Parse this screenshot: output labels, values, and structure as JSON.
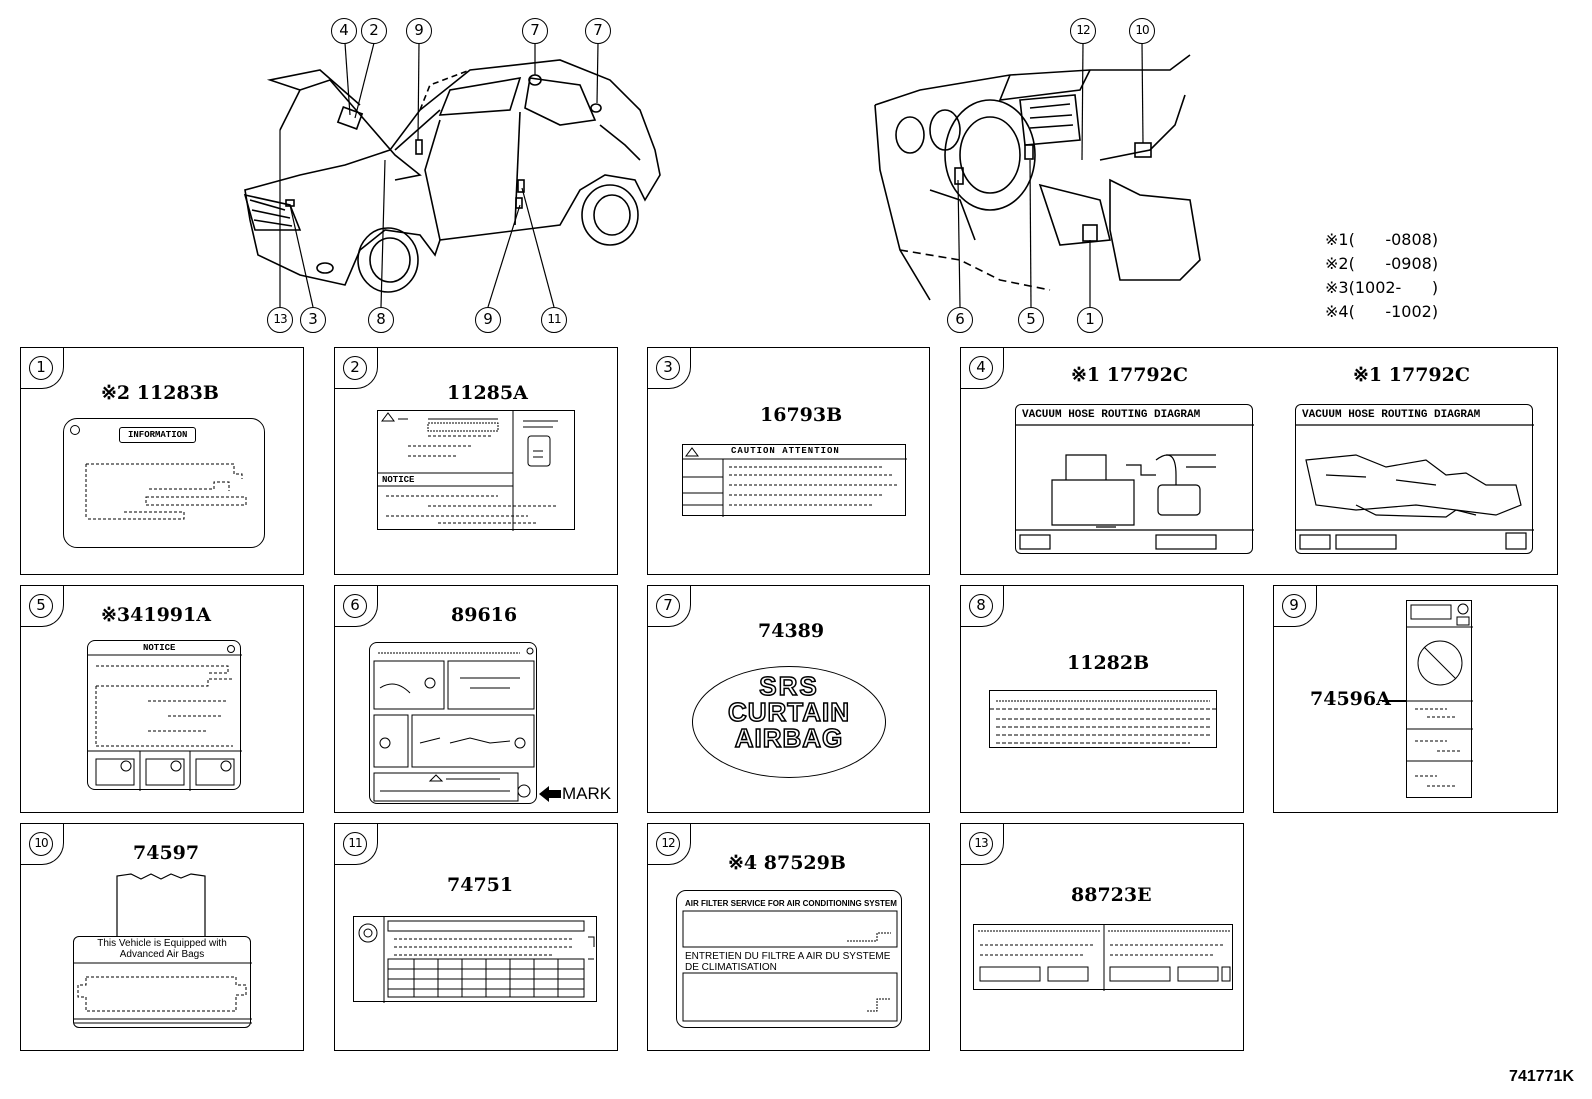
{
  "diagram_id": "741771K",
  "legend": [
    {
      "mark": "※1",
      "range": "(      -0808)"
    },
    {
      "mark": "※2",
      "range": "(      -0908)"
    },
    {
      "mark": "※3",
      "range": "(1002-      )"
    },
    {
      "mark": "※4",
      "range": "(      -1002)"
    }
  ],
  "exterior_callouts": [
    "4",
    "2",
    "9",
    "7",
    "7",
    "13",
    "3",
    "8",
    "9",
    "11"
  ],
  "interior_callouts": [
    "12",
    "10",
    "6",
    "5",
    "1"
  ],
  "panels": [
    {
      "num": "1",
      "part": "※2 11283B",
      "label_title": "INFORMATION"
    },
    {
      "num": "2",
      "part": "11285A",
      "label_title": "NOTICE"
    },
    {
      "num": "3",
      "part": "16793B",
      "label_title": "CAUTION    ATTENTION"
    },
    {
      "num": "4",
      "part_a": "※1 17792C",
      "part_b": "※1 17792C",
      "label_title": "VACUUM HOSE ROUTING DIAGRAM"
    },
    {
      "num": "5",
      "part": "※341991A",
      "label_title": "NOTICE"
    },
    {
      "num": "6",
      "part": "89616",
      "mark_text": "MARK"
    },
    {
      "num": "7",
      "part": "74389",
      "badge_lines": [
        "SRS",
        "CURTAIN",
        "AIRBAG"
      ]
    },
    {
      "num": "8",
      "part": "11282B"
    },
    {
      "num": "9",
      "part": "74596A"
    },
    {
      "num": "10",
      "part": "74597",
      "label_lines": [
        "This Vehicle is Equipped with",
        "Advanced Air Bags"
      ]
    },
    {
      "num": "11",
      "part": "74751"
    },
    {
      "num": "12",
      "part": "※4 87529B",
      "label_lines": [
        "AIR FILTER SERVICE FOR AIR CONDITIONING SYSTEM",
        "ENTRETIEN DU FILTRE A AIR DU SYSTEME",
        "DE CLIMATISATION"
      ]
    },
    {
      "num": "13",
      "part": "88723E"
    }
  ]
}
